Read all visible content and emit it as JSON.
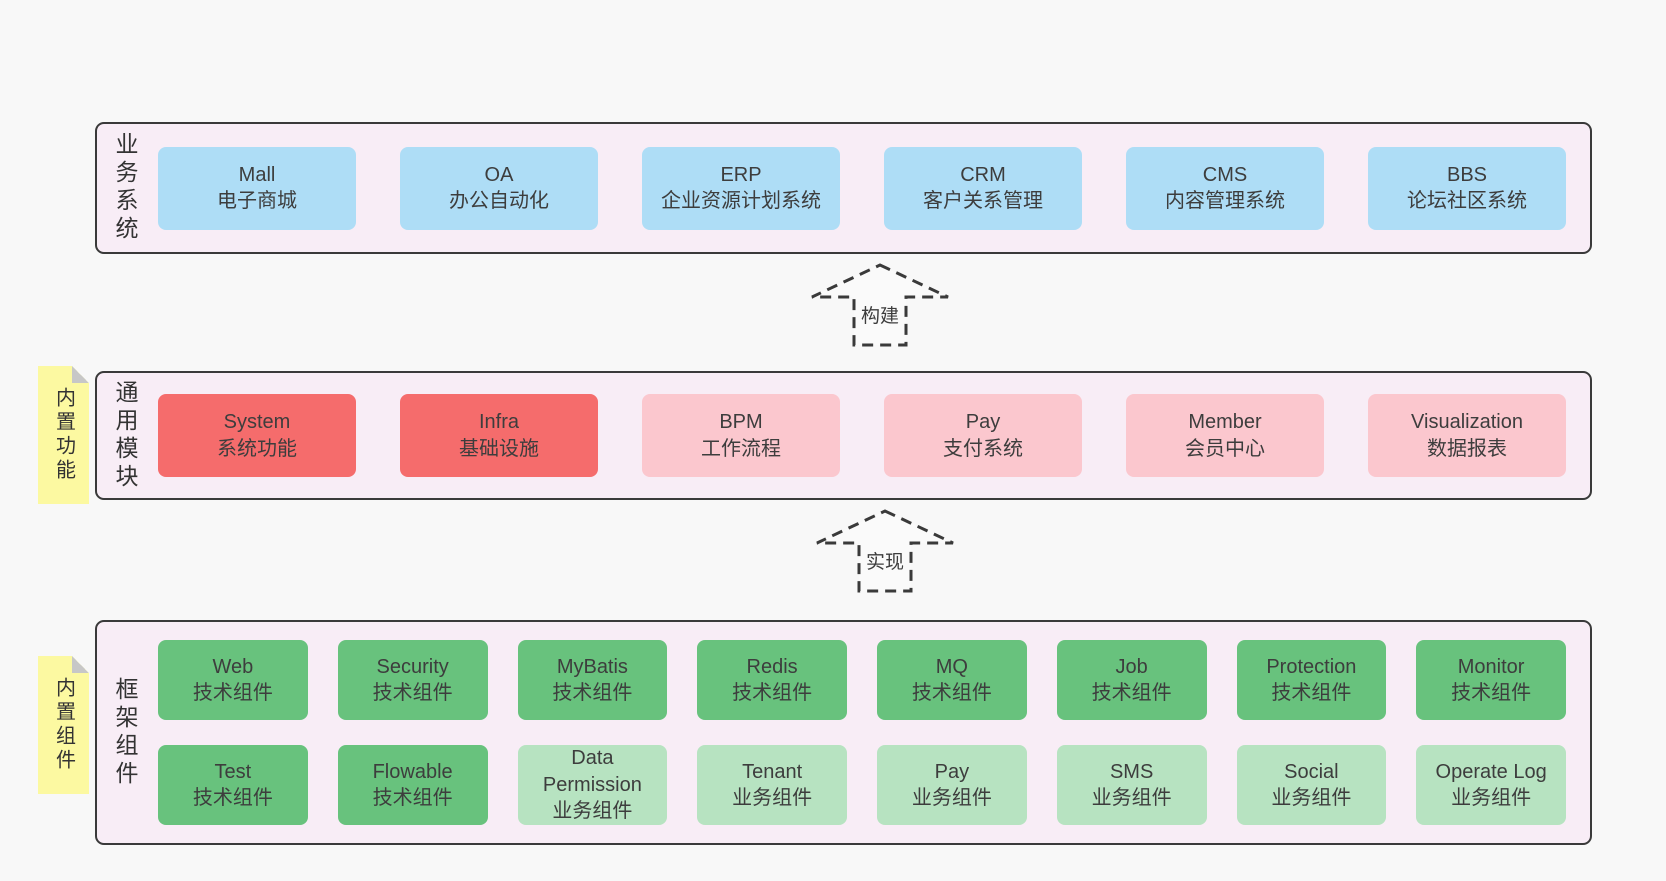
{
  "arrows": {
    "build": "构建",
    "implement": "实现"
  },
  "colors": {
    "page_bg": "#f8f8f8",
    "panel_bg": "#f8edf6",
    "panel_border": "#3a3a3a",
    "box_blue": "#aeddf6",
    "box_red": "#f56c6c",
    "box_pink": "#fbc7ce",
    "box_green": "#68c27d",
    "box_green_light": "#b7e3c1",
    "tab_yellow": "#fcf9a1",
    "tab_fold_gray": "#c7c7c7",
    "text": "#3d3d3d"
  },
  "sections": {
    "business": {
      "side_label": "业务系统",
      "boxes": [
        {
          "title": "Mall",
          "subtitle": "电子商城"
        },
        {
          "title": "OA",
          "subtitle": "办公自动化"
        },
        {
          "title": "ERP",
          "subtitle": "企业资源计划系统"
        },
        {
          "title": "CRM",
          "subtitle": "客户关系管理"
        },
        {
          "title": "CMS",
          "subtitle": "内容管理系统"
        },
        {
          "title": "BBS",
          "subtitle": "论坛社区系统"
        }
      ]
    },
    "common": {
      "side_label": "通用模块",
      "tab_label": "内置功能",
      "boxes": [
        {
          "title": "System",
          "subtitle": "系统功能"
        },
        {
          "title": "Infra",
          "subtitle": "基础设施"
        },
        {
          "title": "BPM",
          "subtitle": "工作流程"
        },
        {
          "title": "Pay",
          "subtitle": "支付系统"
        },
        {
          "title": "Member",
          "subtitle": "会员中心"
        },
        {
          "title": "Visualization",
          "subtitle": "数据报表"
        }
      ]
    },
    "framework": {
      "side_label": "框架组件",
      "tab_label": "内置组件",
      "row1": [
        {
          "title": "Web",
          "subtitle": "技术组件"
        },
        {
          "title": "Security",
          "subtitle": "技术组件"
        },
        {
          "title": "MyBatis",
          "subtitle": "技术组件"
        },
        {
          "title": "Redis",
          "subtitle": "技术组件"
        },
        {
          "title": "MQ",
          "subtitle": "技术组件"
        },
        {
          "title": "Job",
          "subtitle": "技术组件"
        },
        {
          "title": "Protection",
          "subtitle": "技术组件"
        },
        {
          "title": "Monitor",
          "subtitle": "技术组件"
        }
      ],
      "row2": [
        {
          "title": "Test",
          "subtitle": "技术组件"
        },
        {
          "title": "Flowable",
          "subtitle": "技术组件"
        },
        {
          "title": "Data Permission",
          "subtitle": "业务组件"
        },
        {
          "title": "Tenant",
          "subtitle": "业务组件"
        },
        {
          "title": "Pay",
          "subtitle": "业务组件"
        },
        {
          "title": "SMS",
          "subtitle": "业务组件"
        },
        {
          "title": "Social",
          "subtitle": "业务组件"
        },
        {
          "title": "Operate Log",
          "subtitle": "业务组件"
        }
      ]
    }
  }
}
